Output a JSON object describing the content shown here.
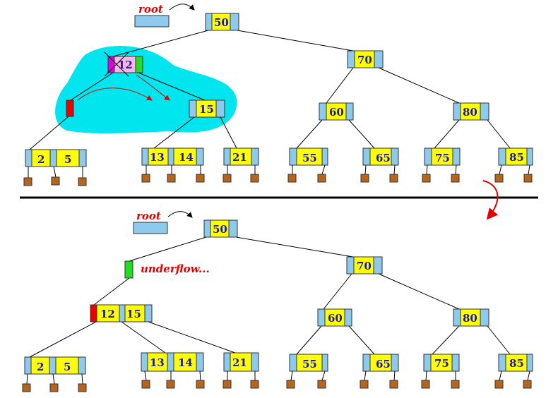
{
  "colors": {
    "pointer": "#8ec9ee",
    "key": "#ffff00",
    "key_text": "#1a1aa6",
    "leaf": "#b5651d",
    "highlight": "#00e5ee",
    "deleted_left": "#e000e0",
    "deleted_key": "#ffb6e6",
    "green_ptr": "#22dd22",
    "red_ptr": "#ee0000",
    "label": "#e00000"
  },
  "top": {
    "root_label": "root",
    "n50": "50",
    "n70": "70",
    "n12": "12",
    "n15": "15",
    "n60": "60",
    "n80": "80",
    "n2": "2",
    "n5": "5",
    "n13": "13",
    "n14": "14",
    "n21": "21",
    "n55": "55",
    "n65": "65",
    "n75": "75",
    "n85": "85"
  },
  "bottom": {
    "root_label": "root",
    "underflow_label": "underflow...",
    "n50": "50",
    "n70": "70",
    "n12": "12",
    "n15": "15",
    "n60": "60",
    "n80": "80",
    "n2": "2",
    "n5": "5",
    "n13": "13",
    "n14": "14",
    "n21": "21",
    "n55": "55",
    "n65": "65",
    "n75": "75",
    "n85": "85"
  }
}
